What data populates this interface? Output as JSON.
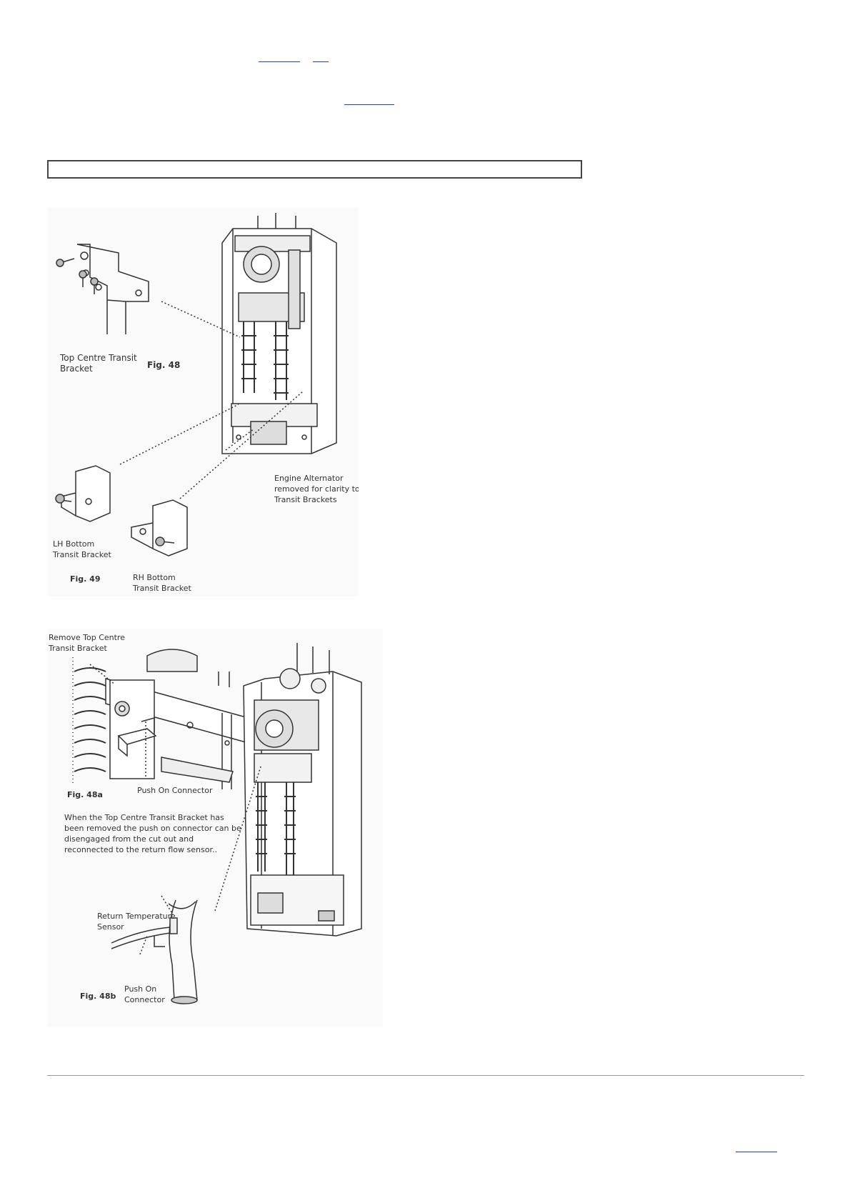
{
  "fig48_block": {
    "bracket_top_label_1": "Top Centre Transit",
    "bracket_top_label_2": "Bracket",
    "fig48_label": "Fig. 48",
    "engine_note_1": "Engine Alternator",
    "engine_note_2": "removed for clarity to see",
    "engine_note_3": "Transit Brackets",
    "lh_label_1": "LH Bottom",
    "lh_label_2": "Transit Bracket",
    "fig49_label": "Fig. 49",
    "rh_label_1": "RH Bottom",
    "rh_label_2": "Transit Bracket"
  },
  "fig48a_block": {
    "remove_label_1": "Remove Top Centre",
    "remove_label_2": "Transit Bracket",
    "push_on_label": "Push On Connector",
    "fig48a_label": "Fig. 48a",
    "note_1": "When the Top Centre Transit Bracket has",
    "note_2": "been removed the push on connector can be",
    "note_3": "disengaged from the cut out and",
    "note_4": "reconnected to the return flow sensor..",
    "return_sensor_1": "Return Temperature",
    "return_sensor_2": "Sensor",
    "push_on_short_1": "Push On",
    "push_on_short_2": "Connector",
    "fig48b_label": "Fig. 48b"
  },
  "colors": {
    "link": "#1a3fd6",
    "line": "#333333"
  }
}
